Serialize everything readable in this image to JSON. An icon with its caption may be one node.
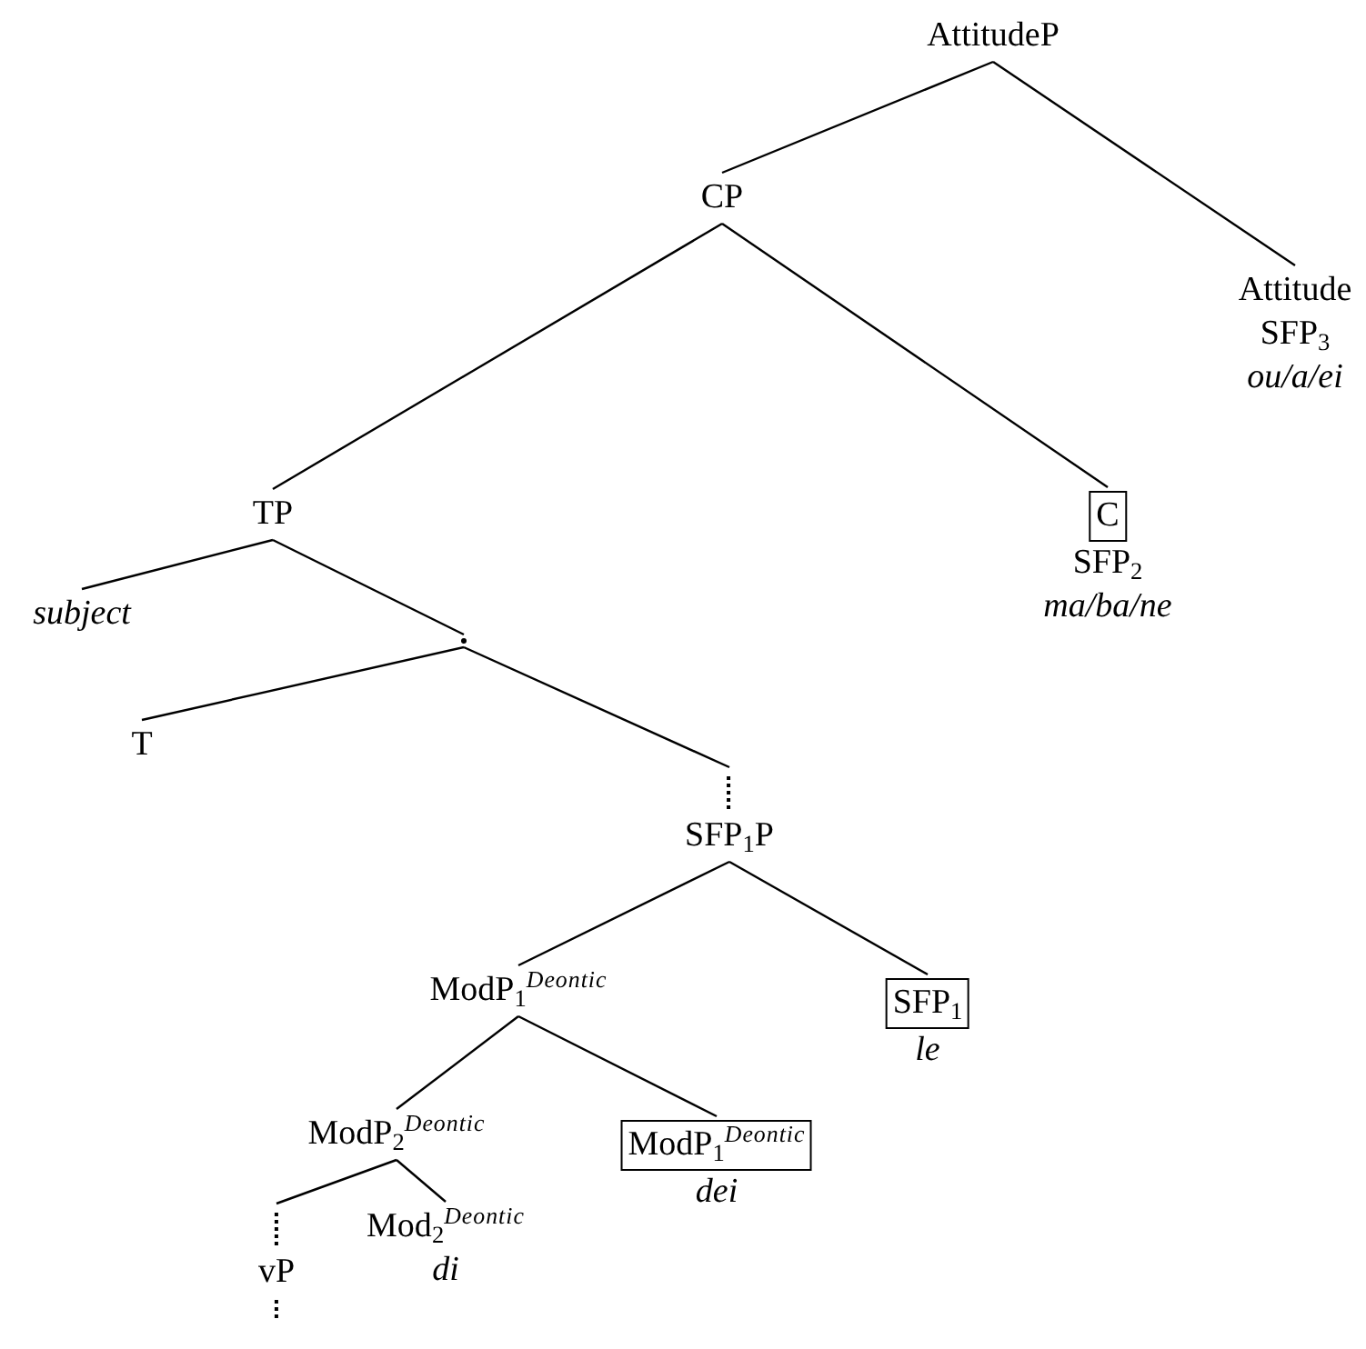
{
  "diagram": {
    "nodes": [
      {
        "text": [
          "AttitudeP"
        ]
      },
      {
        "text": [
          "CP"
        ]
      },
      {
        "text": [
          "Attitude",
          "SFP$_{3}$",
          "ou/a/ei"
        ]
      },
      {
        "text": [
          "TP"
        ]
      },
      {
        "text": [
          "C",
          "SFP$_{2}$",
          "ma/ba/ne"
        ]
      },
      {
        "text": [
          "subject"
        ]
      },
      {
        "text": [],
        "shape": "point"
      },
      {
        "text": [
          "T"
        ]
      },
      {
        "text": [
          "SFP$_{1}$P"
        ]
      },
      {
        "text": [
          "ModP$_{1}$$^{Deontic}$"
        ]
      },
      {
        "text": [
          "SFP$_{1}$",
          "le"
        ]
      },
      {
        "text": [
          "ModP$_{2}$$^{Deontic}$"
        ]
      },
      {
        "text": [
          "ModP$_{1}$$^{Deontic}$",
          "dei"
        ]
      },
      {
        "text": [
          "vP"
        ]
      },
      {
        "text": [
          "Mod$_{2}$$^{Deontic}$",
          "di"
        ]
      }
    ],
    "edges": [
      {
        "from": 0,
        "to": 1,
        "arrow": "none"
      },
      {
        "from": 0,
        "to": 2,
        "arrow": "none"
      },
      {
        "from": 1,
        "to": 3,
        "arrow": "none"
      },
      {
        "from": 1,
        "to": 4,
        "arrow": "none"
      },
      {
        "from": 3,
        "to": 5,
        "arrow": "none"
      },
      {
        "from": 3,
        "to": 6,
        "arrow": "none"
      },
      {
        "from": 6,
        "to": 7,
        "arrow": "none"
      },
      {
        "from": 6,
        "to": 8,
        "arrow": "none"
      },
      {
        "from": 8,
        "to": 9,
        "arrow": "none"
      },
      {
        "from": 8,
        "to": 10,
        "arrow": "none"
      },
      {
        "from": 9,
        "to": 11,
        "arrow": "none"
      },
      {
        "from": 9,
        "to": 12,
        "arrow": "none"
      },
      {
        "from": 11,
        "to": 13,
        "arrow": "none"
      },
      {
        "from": 11,
        "to": 14,
        "arrow": "none"
      }
    ]
  }
}
